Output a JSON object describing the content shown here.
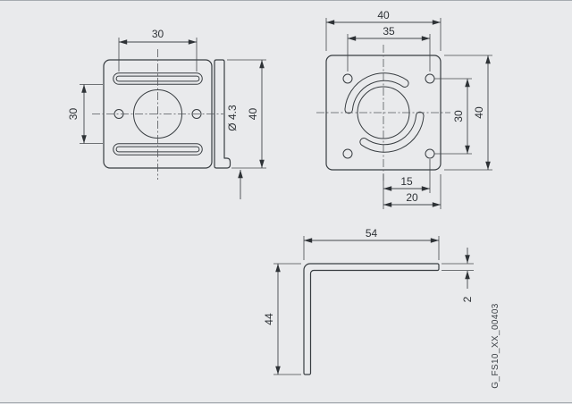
{
  "colors": {
    "background": "#e9eaec",
    "outline": "#383d41",
    "dimension_lines": "#44484d",
    "text": "#2e3236"
  },
  "front_view": {
    "slot_length": "30",
    "slot_gap": "30",
    "plate_height": "40",
    "hole_diameter": "Ø 4.3"
  },
  "rear_view": {
    "plate_width": "40",
    "hole_spacing_width": "35",
    "hole_spacing_height": "30",
    "plate_height": "40",
    "center_to_hole": "15",
    "center_to_edge": "20"
  },
  "profile_view": {
    "leg_length": "54",
    "leg_height": "44",
    "thickness": "2"
  },
  "figure": {
    "code": "G_FS10_XX_00403"
  }
}
